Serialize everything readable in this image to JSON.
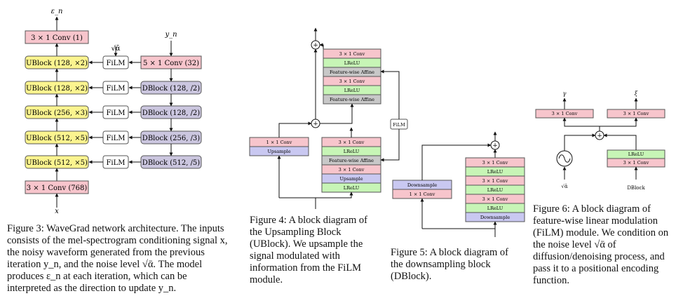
{
  "colors": {
    "pink": "#f7c5cc",
    "yellow": "#fbf48f",
    "lavender": "#cbc6df",
    "green": "#c7f5b6",
    "gray": "#c8c8c8",
    "blue": "#c9c8f1"
  },
  "fig3": {
    "output_label": "ε_n",
    "conv_out": "3 × 1 Conv (1)",
    "ublocks": [
      "UBlock (128, ×2)",
      "UBlock (128, ×2)",
      "UBlock (256, ×3)",
      "UBlock (512, ×5)",
      "UBlock (512, ×5)"
    ],
    "film": "FiLM",
    "dblocks": [
      "DBlock (128, /2)",
      "DBlock (128, /2)",
      "DBlock (256, /3)",
      "DBlock (512, /5)"
    ],
    "conv_y": "5 × 1 Conv (32)",
    "y_label": "y_n",
    "sqrt_alpha": "√ᾱ",
    "conv_in": "3 × 1 Conv (768)",
    "x_label": "x",
    "caption": "Figure 3: WaveGrad network architecture. The inputs consists of the mel-spectrogram conditioning signal x, the noisy waveform generated from the previous iteration y_n, and the noise level √ᾱ. The model produces ε_n at each iteration, which can be interpreted as the direction to update y_n."
  },
  "fig4": {
    "plus": "+",
    "top_stack": [
      "3 × 1 Conv",
      "LReLU",
      "Feature-wise Affine",
      "3 × 1 Conv",
      "LReLU",
      "Feature-wise Affine"
    ],
    "left_stack": [
      "1 × 1 Conv",
      "Upsample"
    ],
    "bottom_stack": [
      "3 × 1 Conv",
      "LReLU",
      "Feature-wise Affine",
      "3 × 1 Conv",
      "Upsample",
      "LReLU"
    ],
    "film": "FiLM",
    "caption": "Figure 4: A block diagram of the Upsampling Block (UBlock). We upsample the signal modulated with information from the FiLM module."
  },
  "fig5": {
    "plus": "+",
    "left_stack": [
      "Downsample",
      "1 × 1 Conv"
    ],
    "right_stack": [
      "3 × 1 Conv",
      "LReLU",
      "3 × 1 Conv",
      "LReLU",
      "3 × 1 Conv",
      "LReLU",
      "Downsample"
    ],
    "caption": "Figure 5: A block diagram of the downsampling block (DBlock)."
  },
  "fig6": {
    "gamma": "γ",
    "xi": "ξ",
    "conv_left": "3 × 1 Conv",
    "conv_right": "3 × 1 Conv",
    "plus": "+",
    "lrelu": "LReLU",
    "conv_bottom": "3 × 1 Conv",
    "sqrt_alpha": "√ᾱ",
    "dblock": "DBlock",
    "caption": "Figure 6: A block diagram of feature-wise linear modulation (FiLM) module. We condition on the noise level √ᾱ of diffusion/denoising process, and pass it to a positional encoding function."
  }
}
